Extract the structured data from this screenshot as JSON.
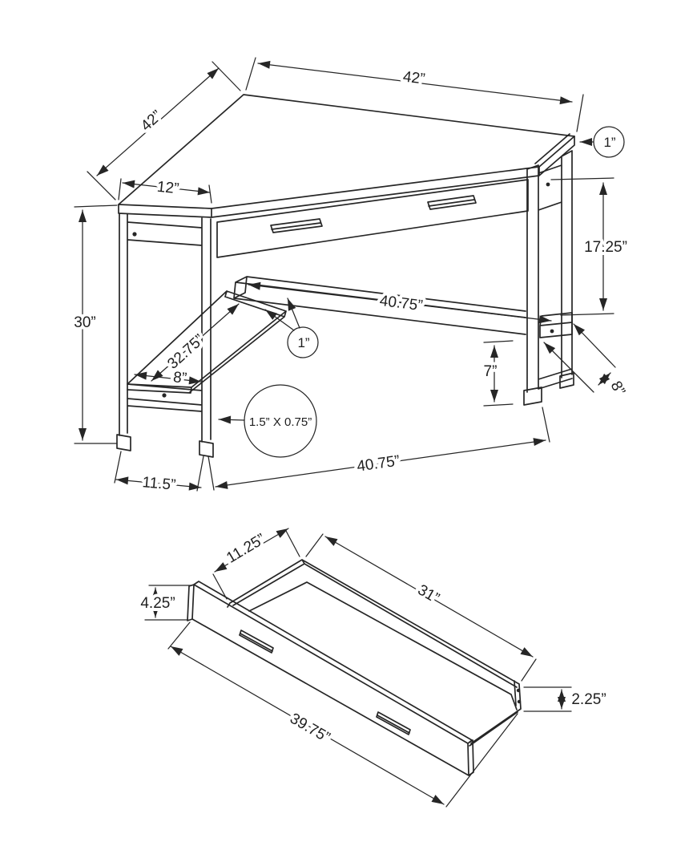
{
  "figure": {
    "kind": "technical-dimension-drawing",
    "product": "corner computer desk with storage drawer",
    "background_color": "#ffffff",
    "line_color": "#262626"
  },
  "desk_view": {
    "name": "corner-desk-isometric-view",
    "dims": {
      "left_back_edge": "42”",
      "right_back_edge": "42”",
      "left_end_width": "12”",
      "top_thickness": "1”",
      "leg_opening_height": "17.25”",
      "overall_height": "30”",
      "stretcher_length": "40.75”",
      "panel_thickness": "1”",
      "shelf_clearance": "7”",
      "side_shelf_depth": "8”",
      "keyboard_shelf_length": "32.75”",
      "keyboard_shelf_depth": "8”",
      "tube_profile": "1.5” X 0.75”",
      "base_span": "40.75”",
      "leg_base_depth": "11.5”"
    }
  },
  "drawer_view": {
    "name": "drawer-isometric-view",
    "dims": {
      "inner_depth": "11.25”",
      "front_height": "4.25”",
      "inner_length": "31”",
      "side_height": "2.25”",
      "front_length": "39.75”"
    }
  }
}
